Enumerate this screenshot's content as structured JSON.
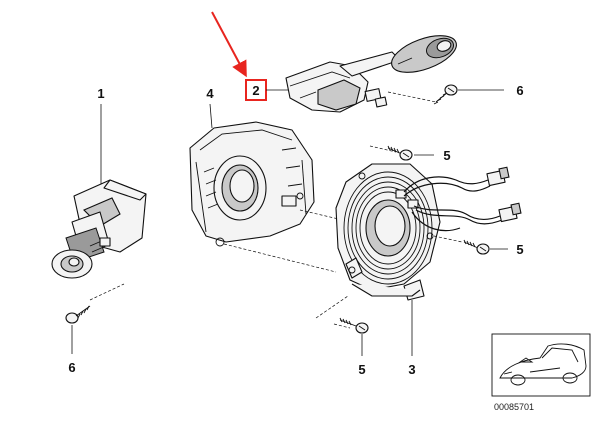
{
  "callouts": {
    "part1": "1",
    "part2": "2",
    "part3": "3",
    "part4": "4",
    "part5a": "5",
    "part5b": "5",
    "part5c": "5",
    "part6a": "6",
    "part6b": "6"
  },
  "reference_code": "00085701",
  "highlight": {
    "arrow_color": "#e8251f",
    "box_color": "#e8251f",
    "target": "2"
  },
  "icons": {
    "arrow": "red-arrow-icon",
    "screw": "screw-icon"
  }
}
